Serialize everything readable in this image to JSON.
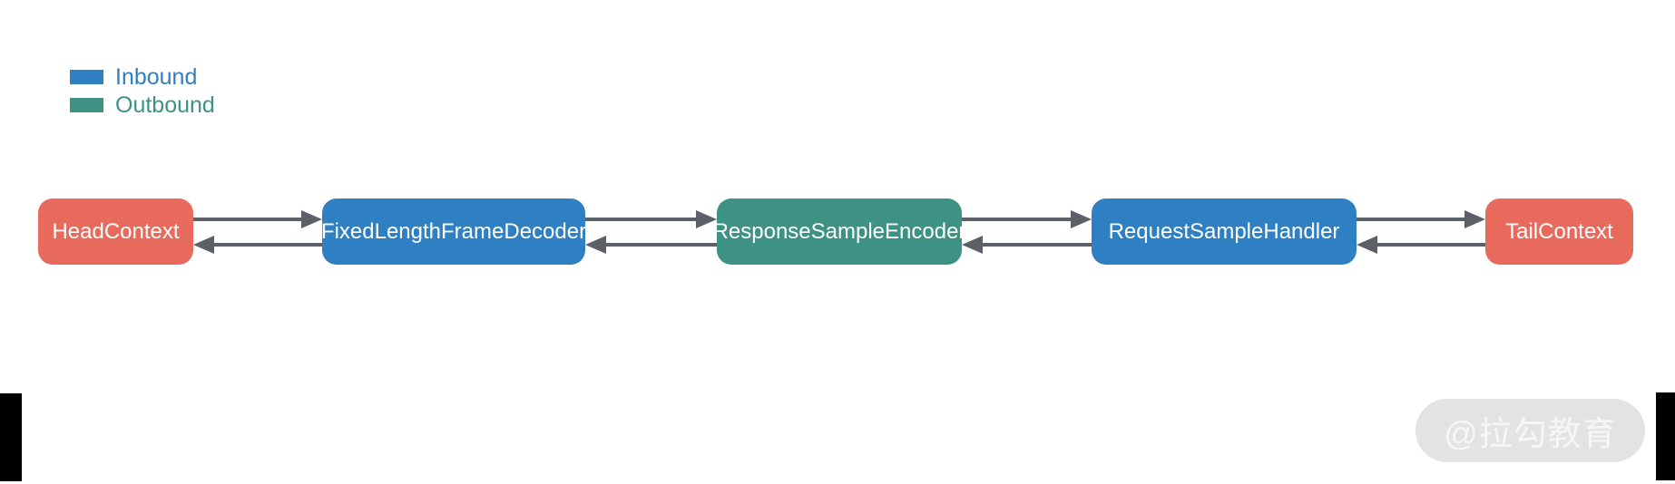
{
  "legend": {
    "items": [
      {
        "label": "Inbound",
        "color": "#2e80c3"
      },
      {
        "label": "Outbound",
        "color": "#3e9284"
      }
    ]
  },
  "pipeline": {
    "nodes": [
      {
        "label": "HeadContext",
        "role": "head-context",
        "color": "#e86a5c"
      },
      {
        "label": "FixedLengthFrameDecoder",
        "role": "inbound",
        "color": "#2e80c3"
      },
      {
        "label": "ResponseSampleEncoder",
        "role": "outbound",
        "color": "#3e9284"
      },
      {
        "label": "RequestSampleHandler",
        "role": "inbound",
        "color": "#2e80c3"
      },
      {
        "label": "TailContext",
        "role": "tail-context",
        "color": "#e86a5c"
      }
    ],
    "connections": [
      {
        "from": "HeadContext",
        "to": "FixedLengthFrameDecoder",
        "directions": [
          "forward",
          "backward"
        ]
      },
      {
        "from": "FixedLengthFrameDecoder",
        "to": "ResponseSampleEncoder",
        "directions": [
          "forward",
          "backward"
        ]
      },
      {
        "from": "ResponseSampleEncoder",
        "to": "RequestSampleHandler",
        "directions": [
          "forward",
          "backward"
        ]
      },
      {
        "from": "RequestSampleHandler",
        "to": "TailContext",
        "directions": [
          "forward",
          "backward"
        ]
      }
    ],
    "arrow_color": "#5c6067"
  },
  "watermark": {
    "text": "@拉勾教育"
  }
}
